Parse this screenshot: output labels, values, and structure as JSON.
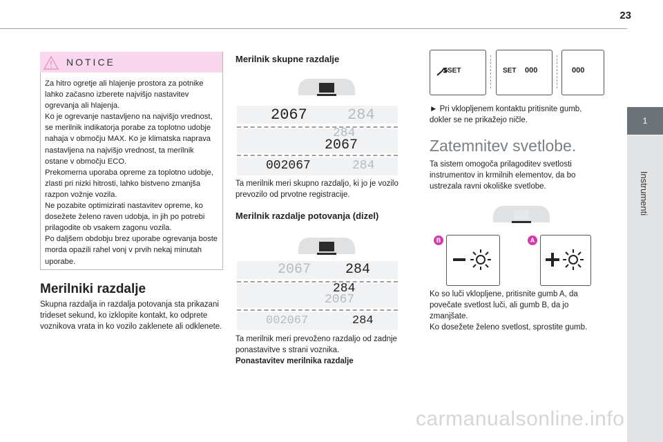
{
  "page": {
    "number": "23"
  },
  "side_tab": {
    "number": "1",
    "label": "Instrumenti"
  },
  "notice": {
    "title": "NOTICE",
    "paragraphs": [
      "Za hitro ogretje ali hlajenje prostora za potnike lahko začasno izberete najvišjo nastavitev ogrevanja ali hlajenja.",
      "Ko je ogrevanje nastavljeno na najvišjo vrednost, se merilnik indikatorja porabe za toplotno udobje nahaja v območju MAX. Ko je klimatska naprava nastavljena na najvišjo vrednost, ta merilnik ostane v območju ECO.",
      "Prekomerna uporaba opreme za toplotno udobje, zlasti pri nizki hitrosti, lahko bistveno zmanjša razpon vožnje vozila.",
      "Ne pozabite optimizirati nastavitev opreme, ko dosežete želeno raven udobja, in jih po potrebi prilagodite ob vsakem zagonu vozila.",
      "Po daljšem obdobju brez uporabe ogrevanja boste morda opazili rahel vonj v prvih nekaj minutah uporabe."
    ]
  },
  "col1": {
    "heading": "Merilniki razdalje",
    "text": "Skupna razdalja in razdalja potovanja sta prikazani trideset sekund, ko izklopite kontakt, ko odprete voznikova vrata in ko vozilo zaklenete ali odklenete."
  },
  "col2": {
    "heading1": "Merilnik skupne razdalje",
    "display1": {
      "a1": "2067",
      "b1": "284",
      "b2": "284",
      "a2": "2067",
      "big_a": "002067",
      "big_b": "284"
    },
    "text1": "Ta merilnik meri skupno razdaljo, ki jo je vozilo prevozilo od prvotne registracije.",
    "heading2": "Merilnik razdalje potovanja (dizel)",
    "display2": {
      "a1": "2067",
      "b1": "284",
      "b2": "284",
      "a2": "2067",
      "big_a": "002067",
      "big_b": "284"
    },
    "text2": "Ta merilnik meri prevoženo razdaljo od zadnje ponastavitve s strani voznika.",
    "text2_bold": "Ponastavitev merilnika razdalje"
  },
  "col3": {
    "buttons": {
      "b1": "SET",
      "b2_set": "SET",
      "b2_val": "000",
      "b3": "000"
    },
    "instruction": "► Pri vklopljenem kontaktu pritisnite gumb, dokler se ne prikažejo ničle.",
    "heading": "Zatemnitev svetlobe.",
    "text": "Ta sistem omogoča prilagoditev svetlosti instrumentov in krmilnih elementov, da bo ustrezala ravni okoliške svetlobe.",
    "badge_b": "B",
    "badge_a": "A",
    "bottom_text": "Ko so luči vklopljene, pritisnite gumb A, da povečate svetlost luči, ali gumb B, da jo zmanjšate.",
    "bottom_text2": "Ko dosežete želeno svetlost, sprostite gumb."
  },
  "watermark": "carmanualsonline.info"
}
